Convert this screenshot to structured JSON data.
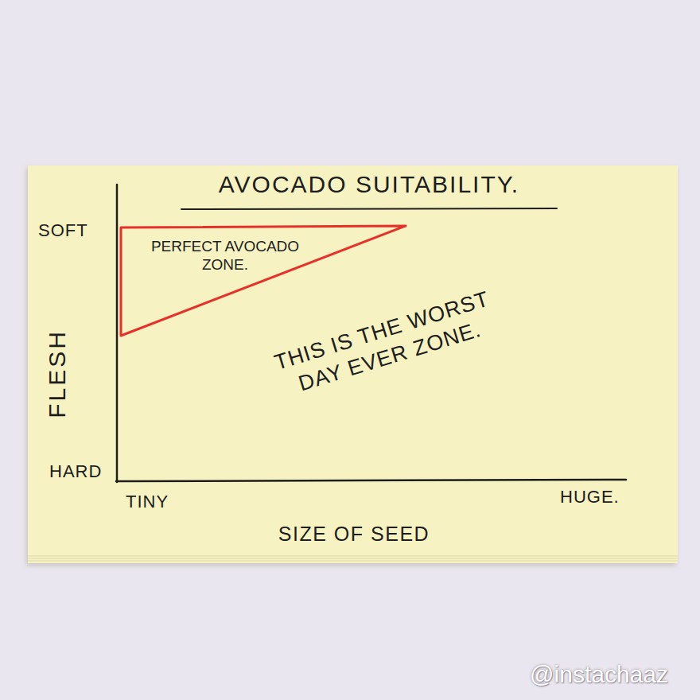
{
  "diagram": {
    "title": "AVOCADO SUITABILITY.",
    "nodes": [
      {
        "text": [
          "PERFECT AVOCADO ZONE."
        ]
      }
    ],
    "labels": [
      "SOFT",
      "FLESH",
      "HARD",
      "TINY",
      "HUGE.",
      "SIZE OF SEED",
      "THIS IS THE WORST DAY EVER ZONE.",
      "@instachaaz"
    ]
  }
}
